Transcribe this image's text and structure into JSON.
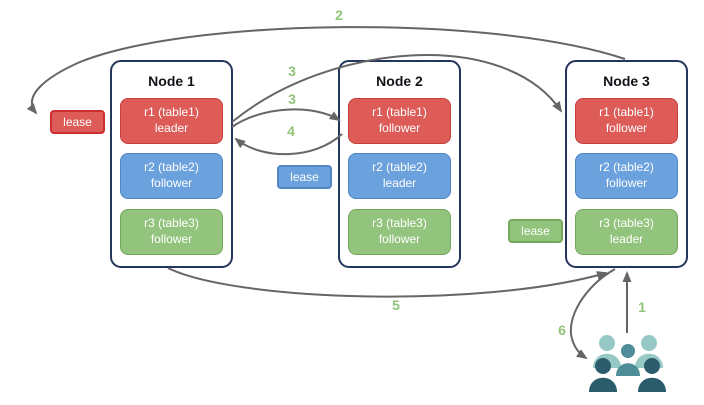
{
  "diagram_type": "distributed-database-lease-flow",
  "colors": {
    "arrow": "#666666",
    "step_label": "#90c478",
    "node_border": "#24365c",
    "replica_red_fill": "#dd5c58",
    "replica_red_border": "#c8403c",
    "replica_blue_fill": "#6ba1dc",
    "replica_blue_border": "#5186c5",
    "replica_green_fill": "#93c47d",
    "replica_green_border": "#74a85a",
    "lease_red_border": "#d02f2f",
    "users_back_row": "#96c8c6",
    "users_middle": "#4f8e98",
    "users_front_row": "#2b5c6b"
  },
  "nodes": [
    {
      "title": "Node 1",
      "replicas": [
        {
          "line1": "r1 (table1)",
          "line2": "leader",
          "color": "red"
        },
        {
          "line1": "r2 (table2)",
          "line2": "follower",
          "color": "blue"
        },
        {
          "line1": "r3 (table3)",
          "line2": "follower",
          "color": "green"
        }
      ]
    },
    {
      "title": "Node 2",
      "replicas": [
        {
          "line1": "r1 (table1)",
          "line2": "follower",
          "color": "red"
        },
        {
          "line1": "r2 (table2)",
          "line2": "leader",
          "color": "blue"
        },
        {
          "line1": "r3 (table3)",
          "line2": "follower",
          "color": "green"
        }
      ]
    },
    {
      "title": "Node 3",
      "replicas": [
        {
          "line1": "r1 (table1)",
          "line2": "follower",
          "color": "red"
        },
        {
          "line1": "r2 (table2)",
          "line2": "follower",
          "color": "blue"
        },
        {
          "line1": "r3 (table3)",
          "line2": "leader",
          "color": "green"
        }
      ]
    }
  ],
  "leases": [
    {
      "label": "lease",
      "color": "red"
    },
    {
      "label": "lease",
      "color": "blue"
    },
    {
      "label": "lease",
      "color": "green"
    }
  ],
  "steps": {
    "s1": "1",
    "s2": "2",
    "s3a": "3",
    "s3b": "3",
    "s4": "4",
    "s5": "5",
    "s6": "6"
  },
  "icons": {
    "clients": "users-group-icon"
  }
}
